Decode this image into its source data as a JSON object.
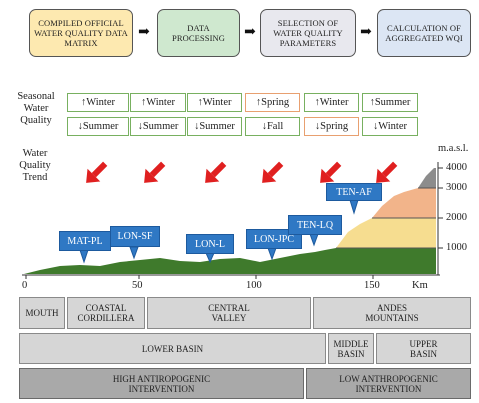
{
  "flow": {
    "step1": "COMPILED OFFICIAL WATER QUALITY DATA MATRIX",
    "step2": "DATA PROCESSING",
    "step3": "SELECTION OF WATER QUALITY PARAMETERS",
    "step4": "CALCULATION OF AGGREGATED WQI",
    "colors": {
      "step1": "#fde9b0",
      "step2": "#cfe8cf",
      "step3": "#e8e8ee",
      "step4": "#dce6f4"
    }
  },
  "labels": {
    "seasonal": "Seasonal Water Quality",
    "trend": "Water Quality Trend",
    "masl": "m.a.s.l.",
    "km": "Km"
  },
  "seasons": [
    {
      "top": "↑Winter",
      "bottom": "↓Summer",
      "top_border": "green",
      "bottom_border": "green"
    },
    {
      "top": "↑Winter",
      "bottom": "↓Summer",
      "top_border": "green",
      "bottom_border": "green"
    },
    {
      "top": "↑Winter",
      "bottom": "↓Summer",
      "top_border": "green",
      "bottom_border": "green"
    },
    {
      "top": "↑Spring",
      "bottom": "↓Fall",
      "top_border": "orange",
      "bottom_border": "green"
    },
    {
      "top": "↑Winter",
      "bottom": "↓Spring",
      "top_border": "green",
      "bottom_border": "orange"
    },
    {
      "top": "↑Summer",
      "bottom": "↓Winter",
      "top_border": "green",
      "bottom_border": "green"
    }
  ],
  "trend_arrow_color": "#e02020",
  "sites": [
    "MAT-PL",
    "LON-SF",
    "LON-L",
    "LON-JPC",
    "TEN-LQ",
    "TEN-AF"
  ],
  "site_color": "#2f78c4",
  "x_ticks": [
    "0",
    "50",
    "100",
    "150"
  ],
  "y_ticks": [
    "4000",
    "3000",
    "2000",
    "1000"
  ],
  "zones": [
    "MOUTH",
    "COASTAL CORDILLERA",
    "CENTRAL VALLEY",
    "ANDES MOUNTAINS"
  ],
  "basins": [
    "LOWER BASIN",
    "MIDDLE BASIN",
    "UPPER BASIN"
  ],
  "intervention": [
    "HIGH ANTIROPOGENIC INTERVENTION",
    "LOW ANTHROPOGENIC INTERVENTION"
  ],
  "terrain_colors": {
    "low": "#3f7a2c",
    "mid": "#f6dd90",
    "high": "#f2b48a",
    "peak": "#8c8c8c"
  }
}
